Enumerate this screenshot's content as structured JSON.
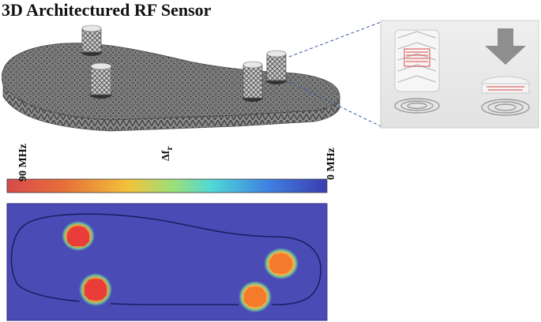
{
  "title": "3D Architectured RF Sensor",
  "colorbar": {
    "max_label": "90 MHz",
    "min_label": "0 MHz",
    "symbol_main": "Δf",
    "symbol_sub": "r",
    "colors": [
      "#d64a4a",
      "#e8703a",
      "#f2c23a",
      "#9be07a",
      "#4fd8d8",
      "#3e7fe0",
      "#3c3cb0"
    ]
  },
  "heatmap": {
    "background": "#4b4bb5",
    "outline_color": "#1c1c60",
    "hotspot_colors": {
      "high": "#ea3d3a",
      "medium": "#f47a2c",
      "halo": "#6fc29a"
    }
  }
}
